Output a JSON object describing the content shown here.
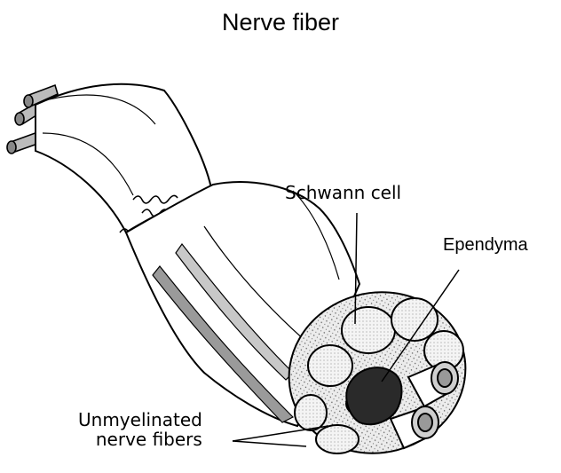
{
  "title": "Nerve fiber",
  "labels": {
    "schwann_cell": "Schwann cell",
    "ependyma": "Ependyma",
    "unmyelinated_line1": "Unmyelinated",
    "unmyelinated_line2": "nerve fibers"
  }
}
